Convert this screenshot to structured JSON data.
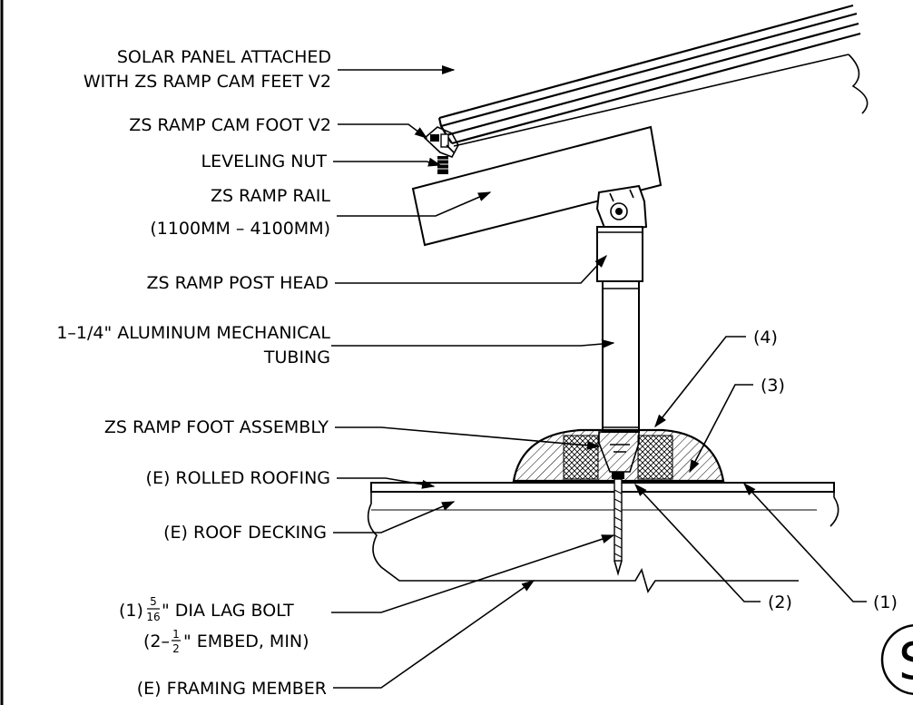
{
  "labels": {
    "panel_line1": "SOLAR PANEL ATTACHED",
    "panel_line2": "WITH ZS RAMP CAM FEET V2",
    "cam_foot": "ZS RAMP CAM FOOT V2",
    "leveling_nut": "LEVELING NUT",
    "rail_line1": "ZS RAMP RAIL",
    "rail_line2": "(1100MM – 4100MM)",
    "post_head": "ZS RAMP POST HEAD",
    "tubing_line1": "1–1/4\" ALUMINUM MECHANICAL",
    "tubing_line2": "TUBING",
    "foot_assembly": "ZS RAMP FOOT ASSEMBLY",
    "rolled_roofing": "(E) ROLLED ROOFING",
    "roof_decking": "(E) ROOF DECKING",
    "lag_bolt_prefix": "(1)",
    "lag_bolt_frac_num": "5",
    "lag_bolt_frac_den": "16",
    "lag_bolt_suffix": "\" DIA LAG BOLT",
    "embed_prefix": "(2–",
    "embed_frac_num": "1",
    "embed_frac_den": "2",
    "embed_suffix": "\" EMBED, MIN)",
    "framing_member": "(E) FRAMING MEMBER"
  },
  "callouts": {
    "c1": "(1)",
    "c2": "(2)",
    "c3": "(3)",
    "c4": "(4)",
    "corner_symbol": "S"
  }
}
